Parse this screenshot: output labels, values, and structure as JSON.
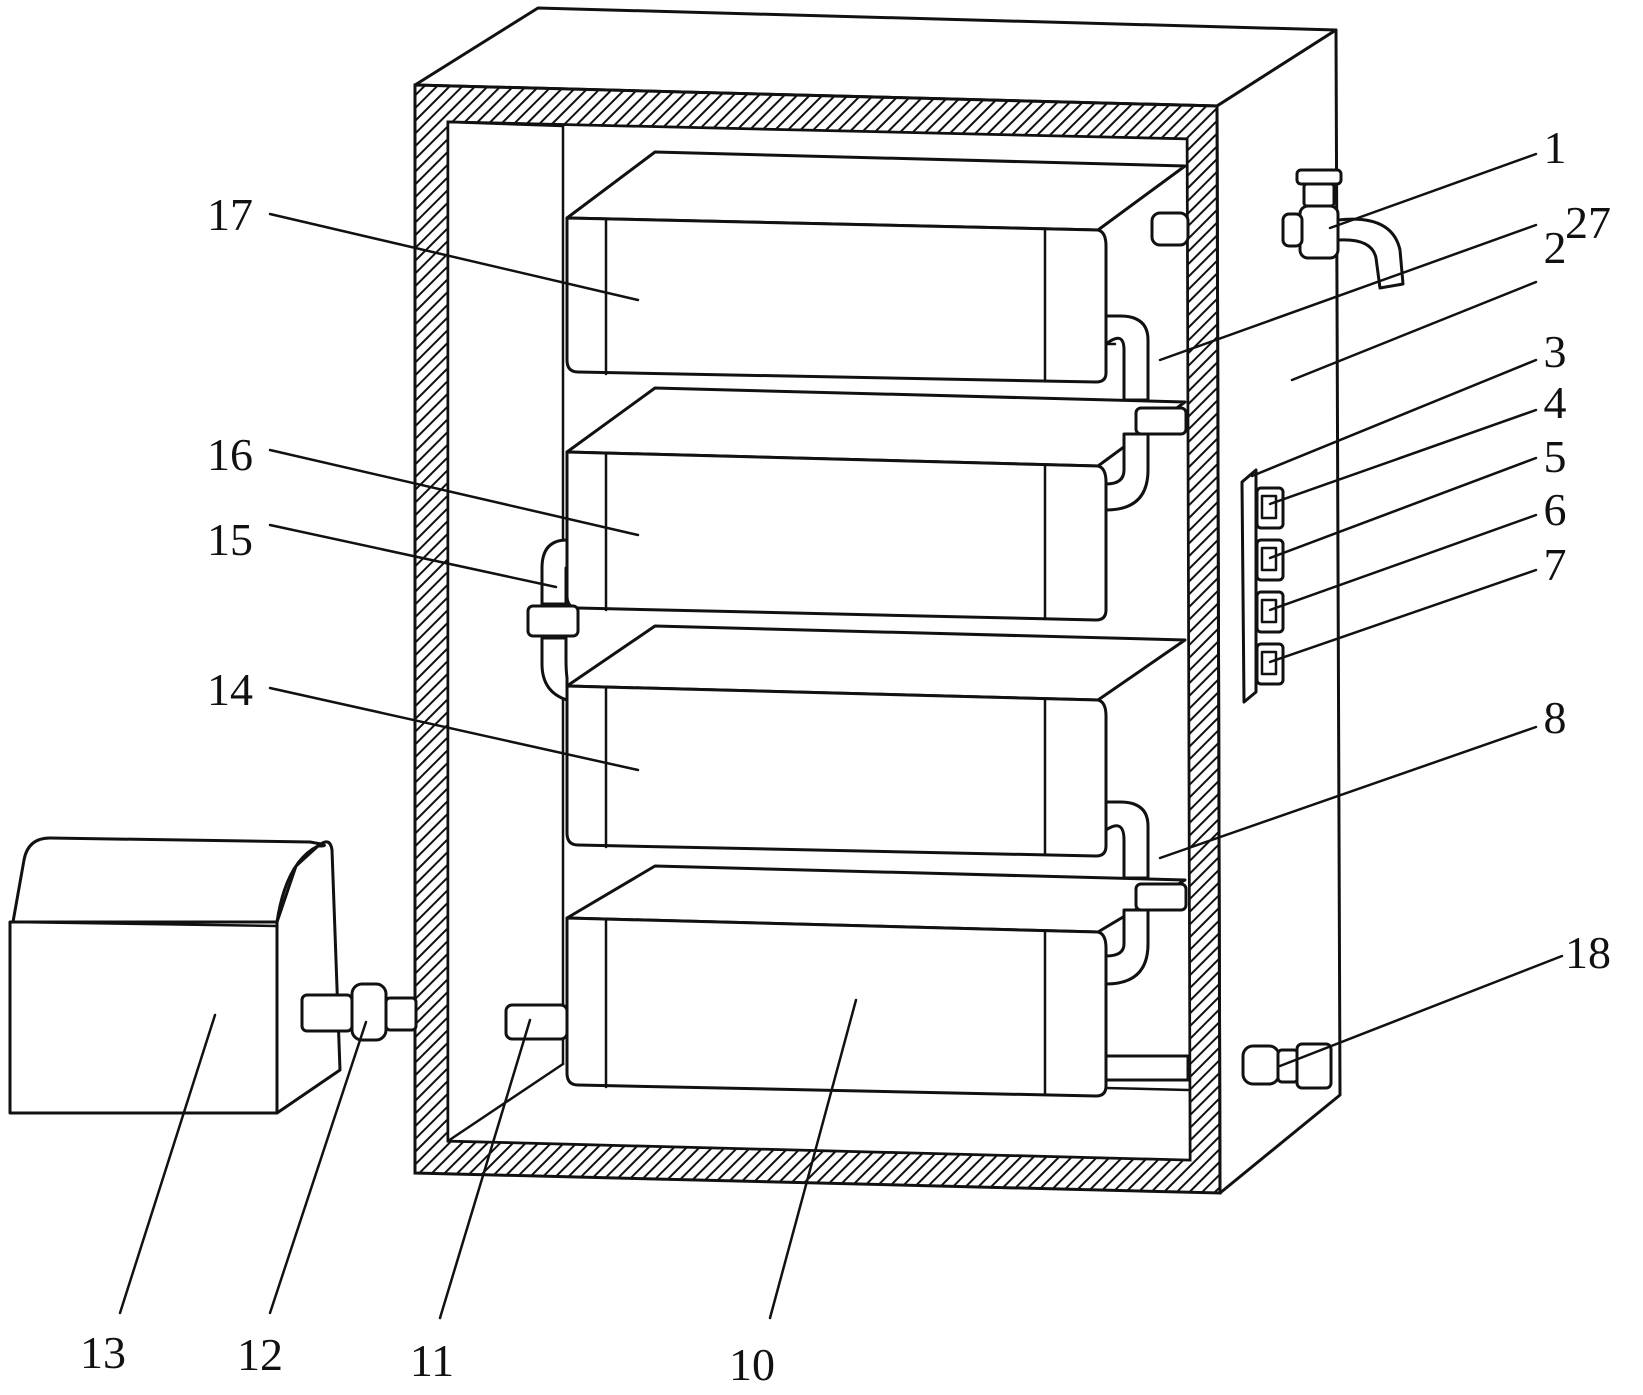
{
  "labels": {
    "l1": "1",
    "l27": "27",
    "l2": "2",
    "l3": "3",
    "l4": "4",
    "l5": "5",
    "l6": "6",
    "l7": "7",
    "l8": "8",
    "l18": "18",
    "l17": "17",
    "l16": "16",
    "l15": "15",
    "l14": "14",
    "l13": "13",
    "l12": "12",
    "l11": "11",
    "l10": "10"
  },
  "colors": {
    "stroke": "#111111",
    "background": "#ffffff"
  }
}
